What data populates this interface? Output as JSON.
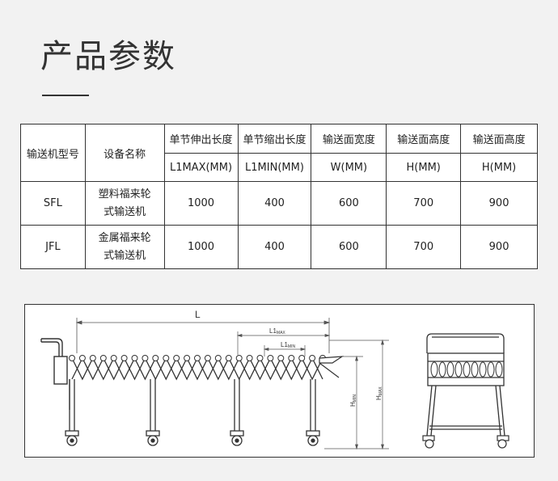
{
  "page": {
    "title": "产品参数"
  },
  "table": {
    "header_row1": {
      "model": "输送机型号",
      "name": "设备名称",
      "l1max": "单节伸出长度",
      "l1min": "单节缩出长度",
      "width": "输送面宽度",
      "hmin": "输送面高度",
      "hmax": "输送面高度"
    },
    "header_row2": {
      "l1max": "L1MAX(MM)",
      "l1min": "L1MIN(MM)",
      "width": "W(MM)",
      "hmin": "H(MM)",
      "hmax": "H(MM)"
    },
    "rows": [
      {
        "model": "SFL",
        "name_line1": "塑料福来轮",
        "name_line2": "式输送机",
        "l1max": "1000",
        "l1min": "400",
        "width": "600",
        "hmin": "700",
        "hmax": "900"
      },
      {
        "model": "JFL",
        "name_line1": "金属福来轮",
        "name_line2": "式输送机",
        "l1max": "1000",
        "l1min": "400",
        "width": "600",
        "hmin": "700",
        "hmax": "900"
      }
    ]
  },
  "diagram": {
    "label_L": "L",
    "label_L1": "L1",
    "label_max_sub": "MAX",
    "label_min_sub": "MIN",
    "label_H": "H",
    "colors": {
      "line": "#333333",
      "dim": "#666666"
    }
  }
}
